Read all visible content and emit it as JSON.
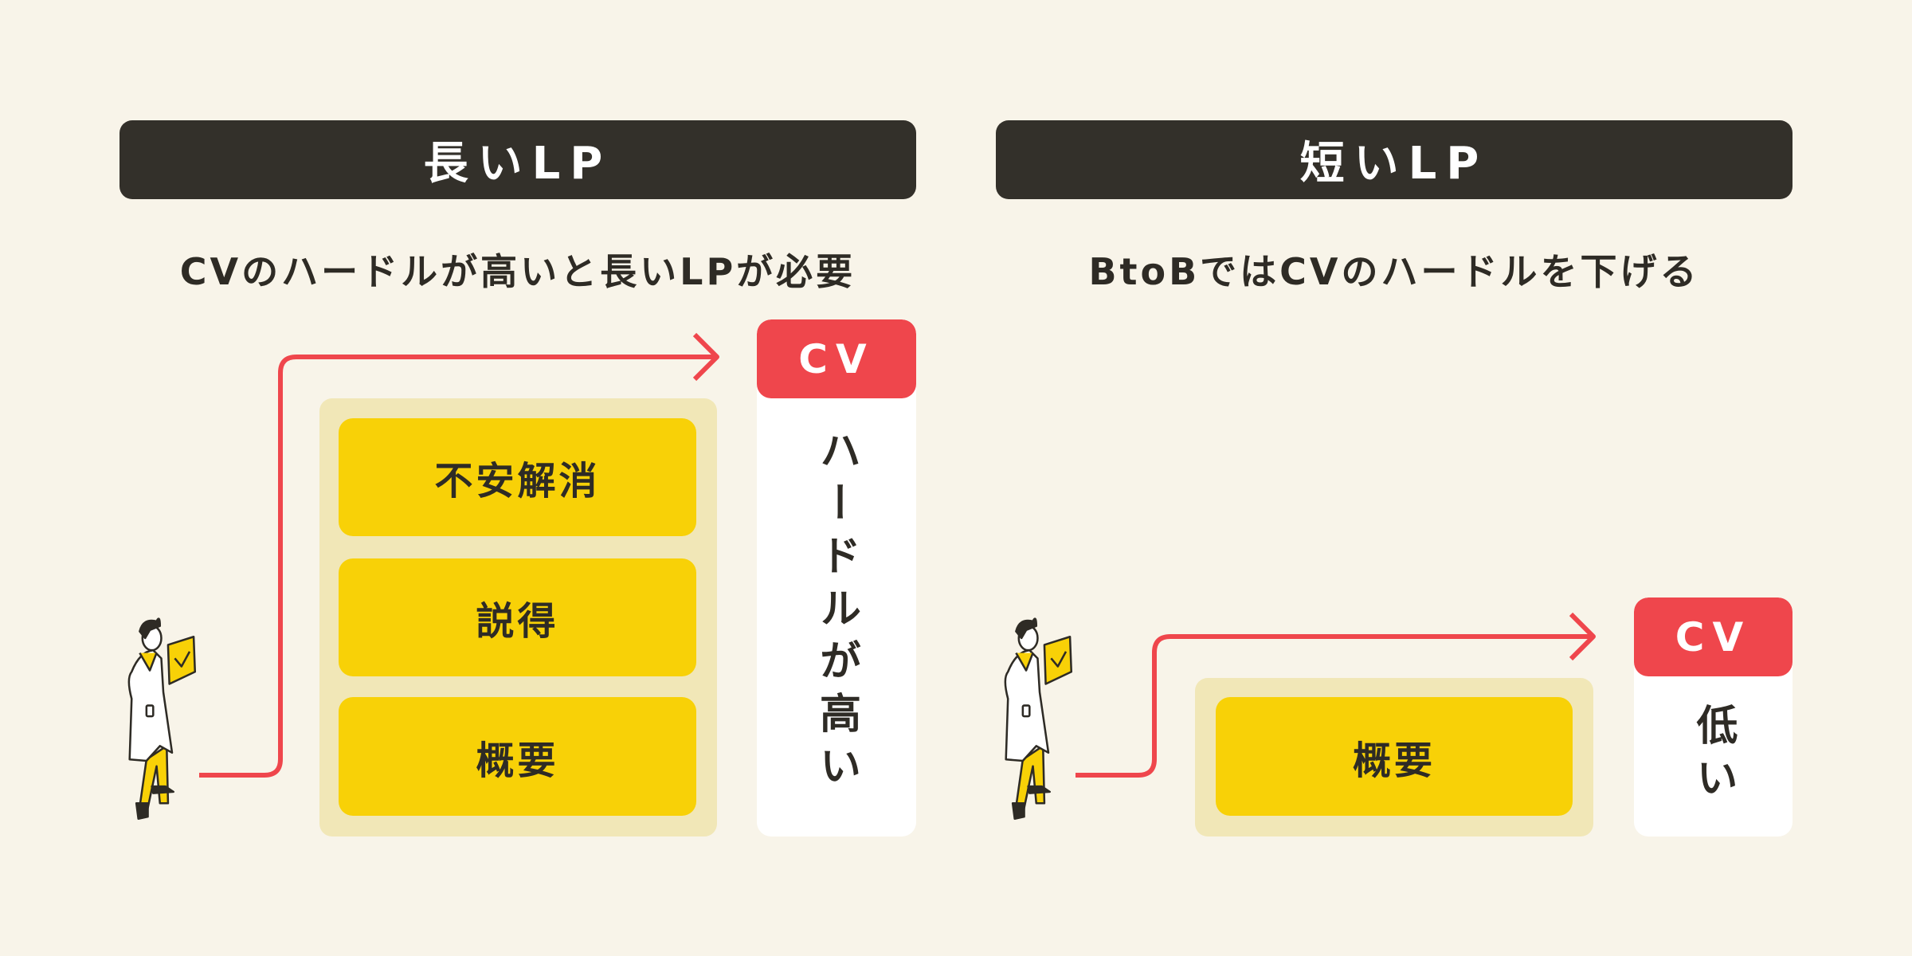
{
  "left": {
    "title": "長いLP",
    "subtitle": "CVのハードルが高いと長いLPが必要",
    "steps": [
      "不安解消",
      "説得",
      "概要"
    ],
    "cv_label": "CV",
    "hurdle": "ハードルが高い"
  },
  "right": {
    "title": "短いLP",
    "subtitle": "BtoBではCVのハードルを下げる",
    "steps": [
      "概要"
    ],
    "cv_label": "CV",
    "hurdle": "低い"
  },
  "colors": {
    "background": "#f8f4e9",
    "header": "#33302a",
    "accent_red": "#ef464c",
    "yellow": "#f8d107",
    "beige": "#f1e7b7"
  }
}
